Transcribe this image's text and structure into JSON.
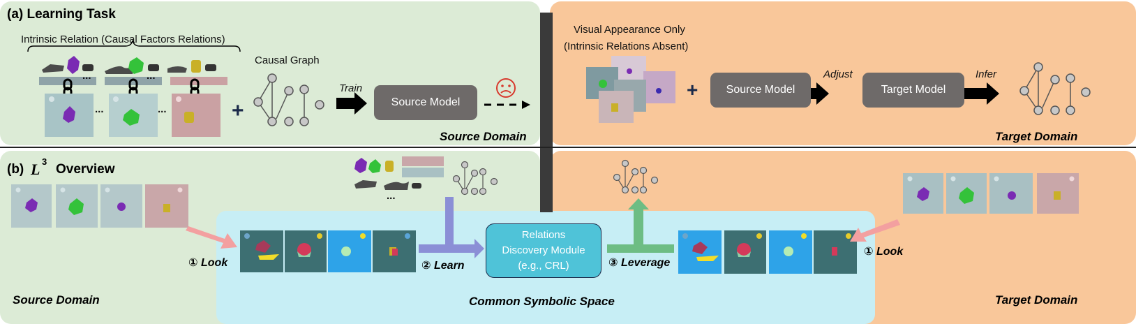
{
  "top": {
    "left_title": "(a) Learning Task",
    "intrinsic_relation": "Intrinsic Relation (Causal Factors Relations)",
    "causal_graph": "Causal Graph",
    "train": "Train",
    "source_model": "Source Model",
    "source_domain": "Source Domain",
    "visual_appearance_line1": "Visual Appearance Only",
    "visual_appearance_line2": "(Intrinsic Relations Absent)",
    "adjust": "Adjust",
    "target_model_left": "Source Model",
    "target_model": "Target Model",
    "infer": "Infer",
    "target_domain": "Target Domain",
    "dots1": "...",
    "dots2": "...",
    "dots3": "...",
    "dots4": "...",
    "plus": "+",
    "plus2": "+"
  },
  "bottom": {
    "title_prefix": "(b)",
    "title_L": "L",
    "title_sup": "3",
    "title_suffix": "Overview",
    "look_left": "① Look",
    "learn": "② Learn",
    "module_line1": "Relations",
    "module_line2": "Discovery Module",
    "module_line3": "(e.g., CRL)",
    "leverage": "③ Leverage",
    "look_right": "① Look",
    "source_domain": "Source Domain",
    "common_space": "Common Symbolic Space",
    "target_domain": "Target Domain",
    "dots": "..."
  },
  "colors": {
    "green_panel": "#dcebd6",
    "orange_panel": "#f9c79a",
    "cyan_panel": "#c7eef5",
    "model_box": "#6e6a69",
    "module_box": "#4fc3d8",
    "learn_arrow": "#8b8fd6",
    "leverage_arrow": "#6dbd84",
    "look_arrow": "#f3a0a0"
  },
  "icons": [
    "sad-face-icon",
    "arrow-right-icon",
    "causal-graph-icon"
  ]
}
